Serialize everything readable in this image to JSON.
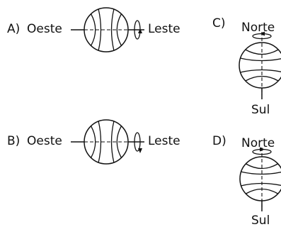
{
  "options": [
    {
      "letter": "A)",
      "left_label": "Oeste",
      "right_label": "Leste"
    },
    {
      "letter": "B)",
      "left_label": "Oeste",
      "right_label": "Leste"
    },
    {
      "letter": "C)",
      "top_label": "Norte",
      "bottom_label": "Sul"
    },
    {
      "letter": "D)",
      "top_label": "Norte",
      "bottom_label": "Sul"
    }
  ]
}
